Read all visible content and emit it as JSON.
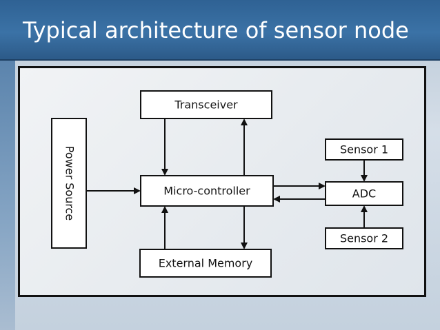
{
  "title": "Typical architecture of sensor node",
  "blocks": {
    "power_source": "Power Source",
    "transceiver": "Transceiver",
    "microcontroller": "Micro-controller",
    "external_memory": "External Memory",
    "sensor1": "Sensor 1",
    "adc": "ADC",
    "sensor2": "Sensor 2"
  }
}
